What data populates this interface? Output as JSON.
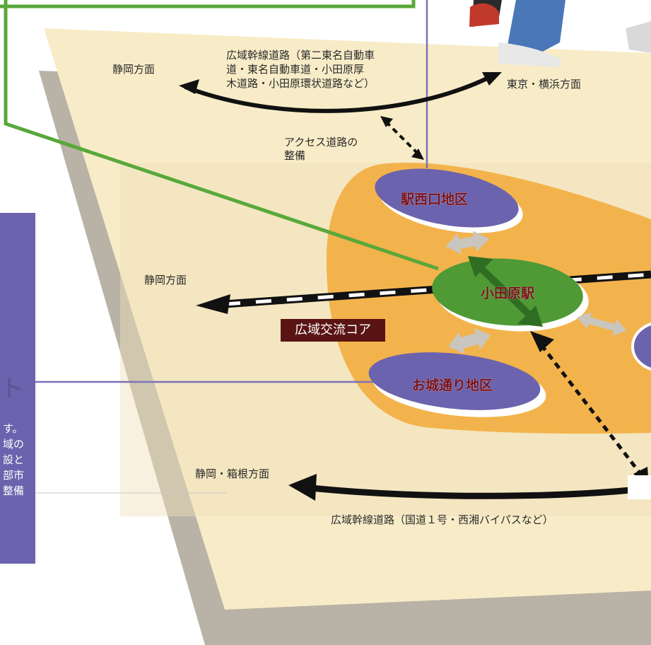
{
  "labels": {
    "shizuoka_top": "静岡方面",
    "trunk_road_top": "広域幹線道路（第二東名自動車\n道・東名自動車道・小田原厚\n木道路・小田原環状道路など）",
    "tokyo": "東京・横浜方面",
    "access_road": "アクセス道路の\n整備",
    "shizuoka_middle": "静岡方面",
    "shizuoka_hakone": "静岡・箱根方面",
    "trunk_road_bottom": "広域幹線道路（国道１号・西湘バイパスなど）"
  },
  "areas": {
    "west_exit": "駅西口地区",
    "station": "小田原駅",
    "oshiro_dori": "お城通り地区"
  },
  "core_label": "広域交流コア",
  "side_panel": {
    "big_char": "ト",
    "text": "す。\n域の\n設と\n部市\n整備"
  },
  "colors": {
    "core_zone": "#f3b34c",
    "district_ellipse": "#6b63ad",
    "station_ellipse": "#4f9a35",
    "green_line": "#59a83a",
    "purple_line": "#7a72b8",
    "base_plane": "#f8ecc8",
    "shadow_plane": "#b9b2a6",
    "core_label_bg": "#5a1414",
    "district_text": "#7a0f16"
  },
  "icons": [
    "arrow-left-icon",
    "arrow-right-icon",
    "double-arrow-icon",
    "railway-line-icon",
    "walking-person-photo"
  ]
}
